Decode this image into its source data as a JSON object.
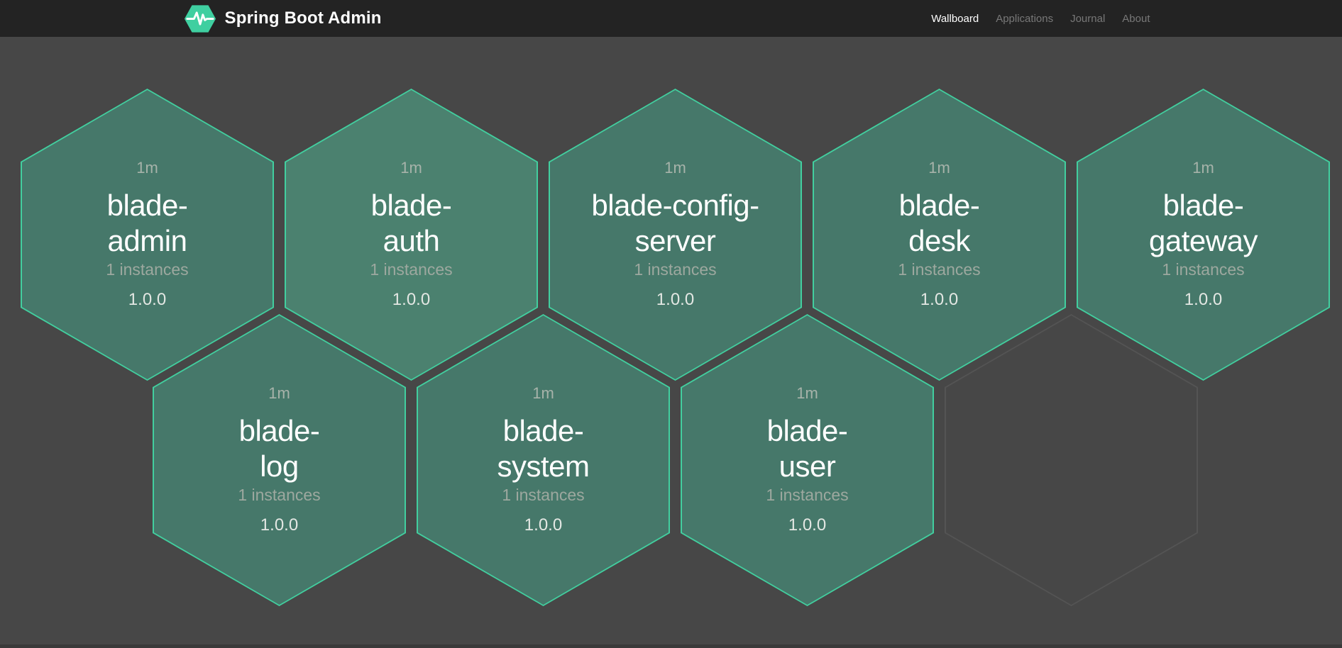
{
  "navbar": {
    "brand": "Spring Boot Admin",
    "brand_icon": "pulse-hexagon-icon",
    "items": [
      {
        "id": "wallboard",
        "label": "Wallboard",
        "active": true
      },
      {
        "id": "applications",
        "label": "Applications",
        "active": false
      },
      {
        "id": "journal",
        "label": "Journal",
        "active": false
      },
      {
        "id": "about",
        "label": "About",
        "active": false
      }
    ]
  },
  "wallboard": {
    "applications": [
      {
        "name": "blade-admin",
        "name_lines": [
          "blade-",
          "admin"
        ],
        "uptime": "1m",
        "instances_label": "1 instances",
        "version": "1.0.0",
        "status": "up",
        "fill": "#46786a"
      },
      {
        "name": "blade-auth",
        "name_lines": [
          "blade-",
          "auth"
        ],
        "uptime": "1m",
        "instances_label": "1 instances",
        "version": "1.0.0",
        "status": "up",
        "fill": "#4b816f"
      },
      {
        "name": "blade-config-server",
        "name_lines": [
          "blade-config-",
          "server"
        ],
        "uptime": "1m",
        "instances_label": "1 instances",
        "version": "1.0.0",
        "status": "up",
        "fill": "#46786a"
      },
      {
        "name": "blade-desk",
        "name_lines": [
          "blade-",
          "desk"
        ],
        "uptime": "1m",
        "instances_label": "1 instances",
        "version": "1.0.0",
        "status": "up",
        "fill": "#46786a"
      },
      {
        "name": "blade-gateway",
        "name_lines": [
          "blade-",
          "gateway"
        ],
        "uptime": "1m",
        "instances_label": "1 instances",
        "version": "1.0.0",
        "status": "up",
        "fill": "#46786a"
      },
      {
        "name": "blade-log",
        "name_lines": [
          "blade-",
          "log"
        ],
        "uptime": "1m",
        "instances_label": "1 instances",
        "version": "1.0.0",
        "status": "up",
        "fill": "#46786a"
      },
      {
        "name": "blade-system",
        "name_lines": [
          "blade-",
          "system"
        ],
        "uptime": "1m",
        "instances_label": "1 instances",
        "version": "1.0.0",
        "status": "up",
        "fill": "#46786a"
      },
      {
        "name": "blade-user",
        "name_lines": [
          "blade-",
          "user"
        ],
        "uptime": "1m",
        "instances_label": "1 instances",
        "version": "1.0.0",
        "status": "up",
        "fill": "#46786a"
      }
    ],
    "empty_slots": 1
  },
  "colors": {
    "page_background": "#474747",
    "navbar_background": "#232323",
    "hexagon_border": "#42cf9f",
    "hexagon_fill_up": "#46786a",
    "hexagon_fill_up_bright": "#4b816f",
    "empty_hexagon_outline": "#545454",
    "brand_green": "#3fcfa0",
    "nav_inactive_text": "#787878",
    "nav_active_text": "#ffffff"
  }
}
